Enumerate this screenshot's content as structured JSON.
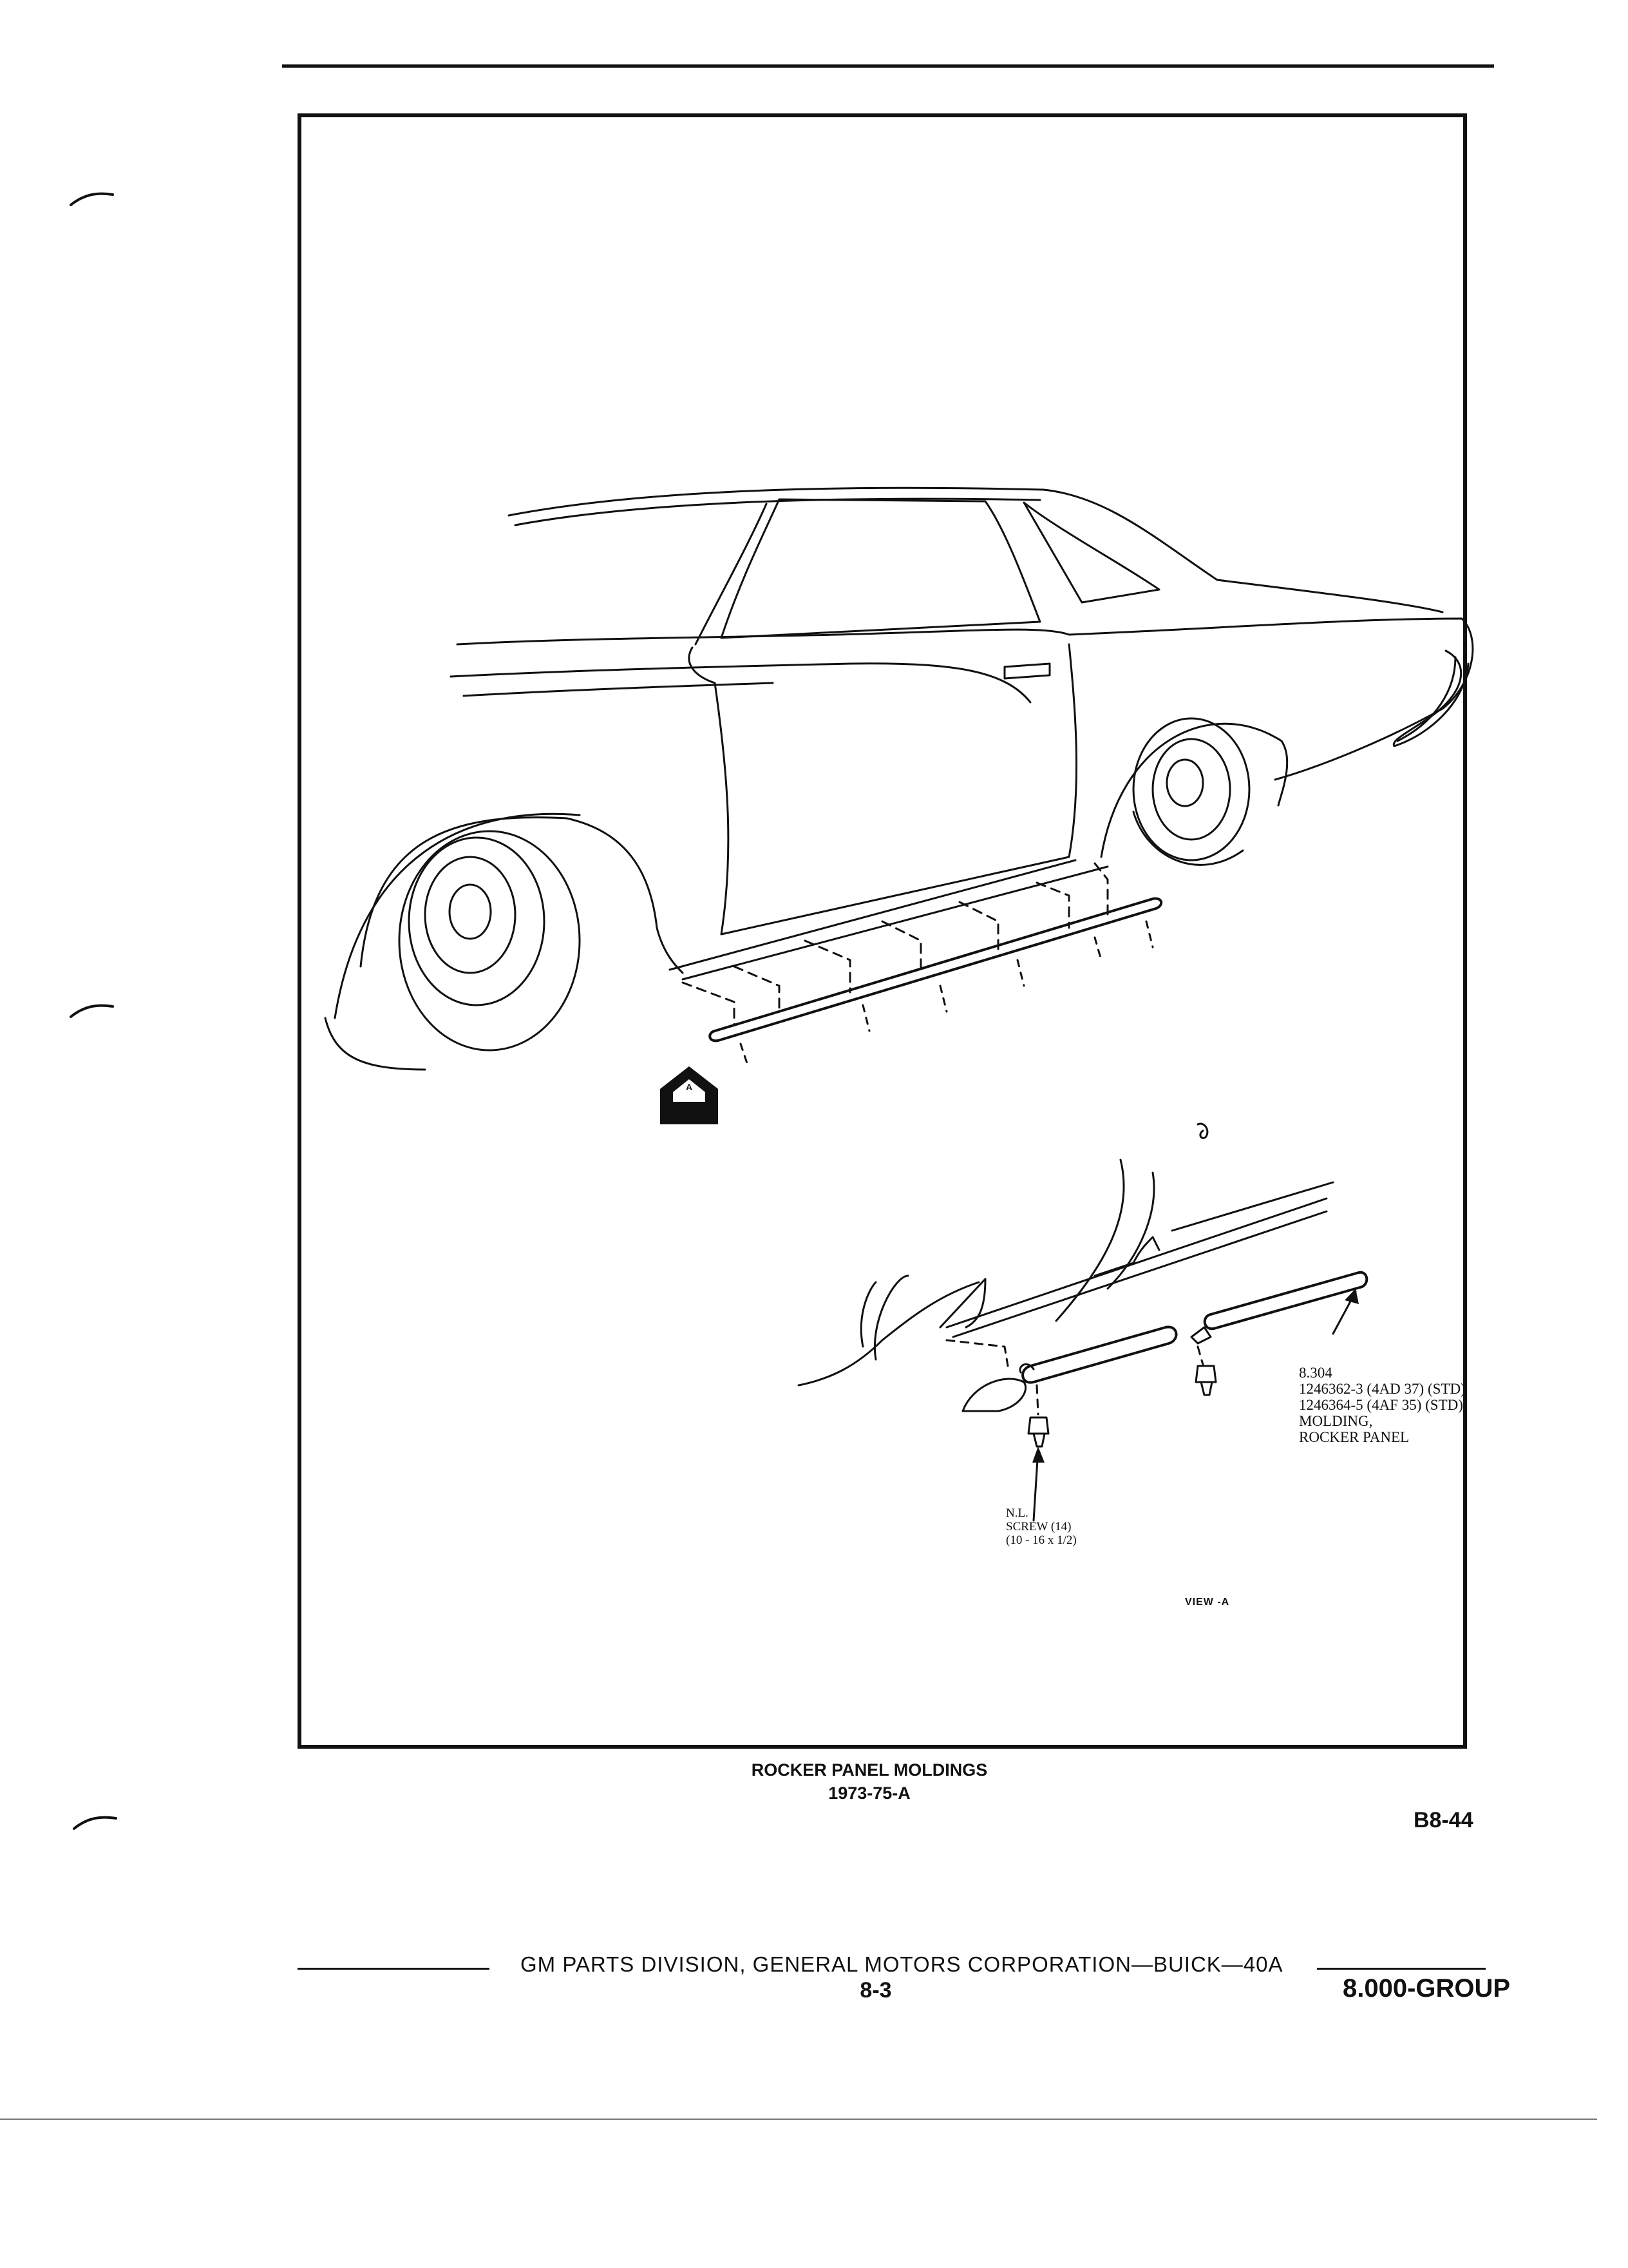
{
  "figure": {
    "view_marker_letter": "A",
    "view_label": "VIEW -A",
    "part_callout": {
      "ref": "8.304",
      "part_1": "1246362-3 (4AD 37) (STD)",
      "part_2": "1246364-5 (4AF 35) (STD)",
      "name_1": "MOLDING,",
      "name_2": "ROCKER PANEL"
    },
    "screw_callout": {
      "status": "N.L.",
      "name": "SCREW (14)",
      "size": "(10 - 16 x 1/2)"
    }
  },
  "caption": {
    "title": "ROCKER PANEL MOLDINGS",
    "subtitle": "1973-75-A"
  },
  "plate_number": "B8-44",
  "footer": {
    "publisher": "GM PARTS DIVISION, GENERAL MOTORS CORPORATION—BUICK—40A",
    "page": "8-3",
    "group": "8.000-GROUP"
  }
}
